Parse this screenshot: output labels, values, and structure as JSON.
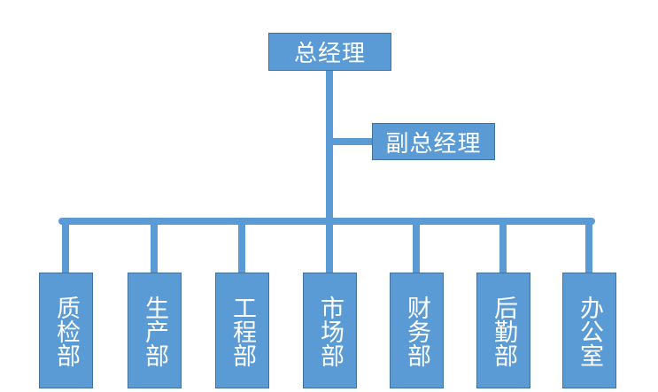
{
  "colors": {
    "box_fill": "#5B9BD5",
    "box_border": "#41719C",
    "line": "#5B9BD5",
    "text": "#FFFFFF"
  },
  "top": {
    "label": "总经理"
  },
  "vice": {
    "label": "副总经理"
  },
  "departments": [
    {
      "label": "质检部"
    },
    {
      "label": "生产部"
    },
    {
      "label": "工程部"
    },
    {
      "label": "市场部"
    },
    {
      "label": "财务部"
    },
    {
      "label": "后勤部"
    },
    {
      "label": "办公室"
    }
  ]
}
